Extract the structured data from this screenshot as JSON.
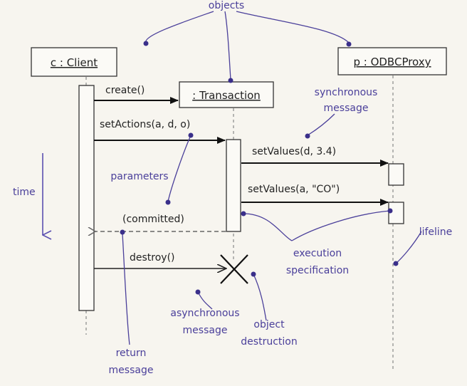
{
  "objects": {
    "client": "c : Client",
    "transaction": ": Transaction",
    "proxy": "p : ODBCProxy"
  },
  "messages": {
    "create": "create()",
    "set_actions": "setActions(a, d, o)",
    "set_values_1": "setValues(d, 3.4)",
    "set_values_2": "setValues(a, \"CO\")",
    "committed": "(committed)",
    "destroy": "destroy()"
  },
  "annotations": {
    "objects": "objects",
    "synchronous_message_1": "synchronous",
    "synchronous_message_2": "message",
    "parameters": "parameters",
    "time": "time",
    "lifeline": "lifeline",
    "execution_spec_1": "execution",
    "execution_spec_2": "specification",
    "asynchronous_message_1": "asynchronous",
    "asynchronous_message_2": "message",
    "object_destruction_1": "object",
    "object_destruction_2": "destruction",
    "return_message_1": "return",
    "return_message_2": "message"
  },
  "colors": {
    "background": "#f7f5ef",
    "ink": "#222222",
    "annotation": "#4a3f9a"
  }
}
